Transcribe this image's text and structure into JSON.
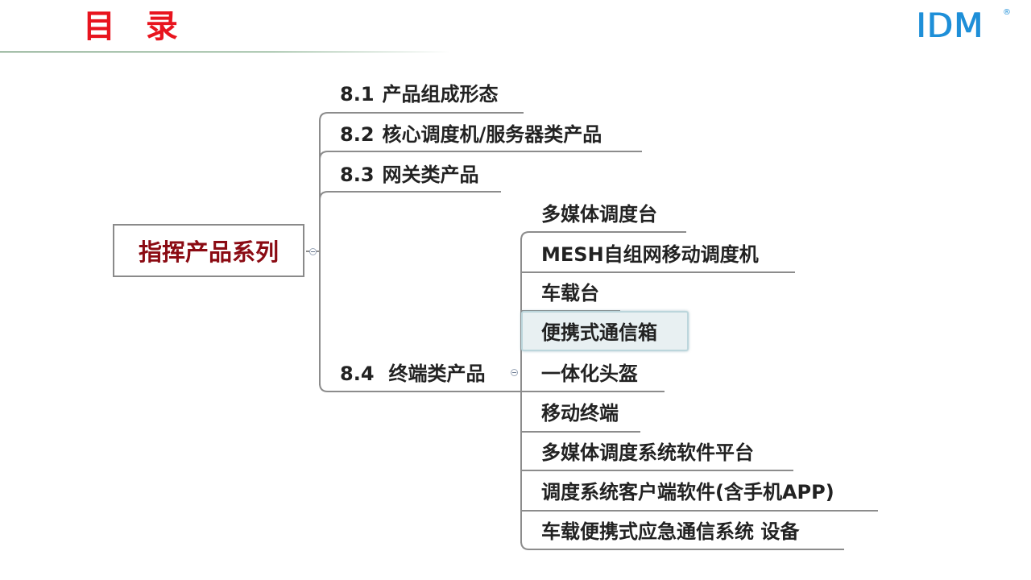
{
  "header": {
    "title": "目 录"
  },
  "logo": {
    "text": "IDM",
    "registered": "®"
  },
  "mindmap": {
    "root": "指挥产品系列",
    "branches": [
      {
        "number": "8.1",
        "label": "产品组成形态"
      },
      {
        "number": "8.2",
        "label": "核心调度机/服务器类产品"
      },
      {
        "number": "8.3",
        "label": "网关类产品"
      },
      {
        "number": "8.4",
        "label": "终端类产品"
      }
    ],
    "terminal_children": [
      "多媒体调度台",
      "MESH自组网移动调度机",
      "车载台",
      "便携式通信箱",
      "一体化头盔",
      "移动终端",
      "多媒体调度系统软件平台",
      "调度系统客户端软件(含手机APP)",
      "车载便携式应急通信系统 设备"
    ],
    "selected_child": "便携式通信箱"
  }
}
